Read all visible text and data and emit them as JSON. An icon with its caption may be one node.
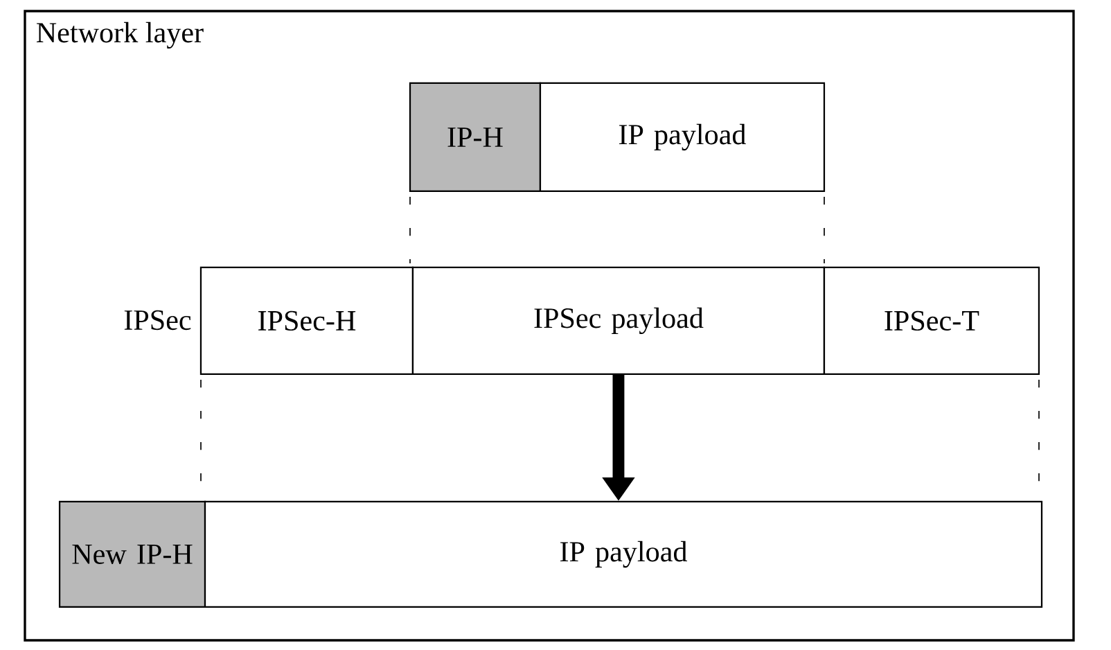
{
  "diagram": {
    "nodes": [
      {
        "text": [
          "Network layer"
        ]
      },
      {
        "text": [
          "IP-H"
        ],
        "in": 0
      },
      {
        "text": [
          "IP payload"
        ],
        "in": 0
      },
      {
        "text": [
          "IPSec-H"
        ],
        "in": 0
      },
      {
        "text": [
          "IPSec payload"
        ],
        "in": 0
      },
      {
        "text": [
          "IPSec-T"
        ],
        "in": 0
      },
      {
        "text": [
          "New IP-H"
        ],
        "in": 0
      },
      {
        "text": [
          "IP payload"
        ],
        "in": 0
      }
    ],
    "edges": [
      {
        "from": 4,
        "to": 7,
        "arrow": "to"
      }
    ],
    "labels": [
      "IPSec"
    ]
  }
}
